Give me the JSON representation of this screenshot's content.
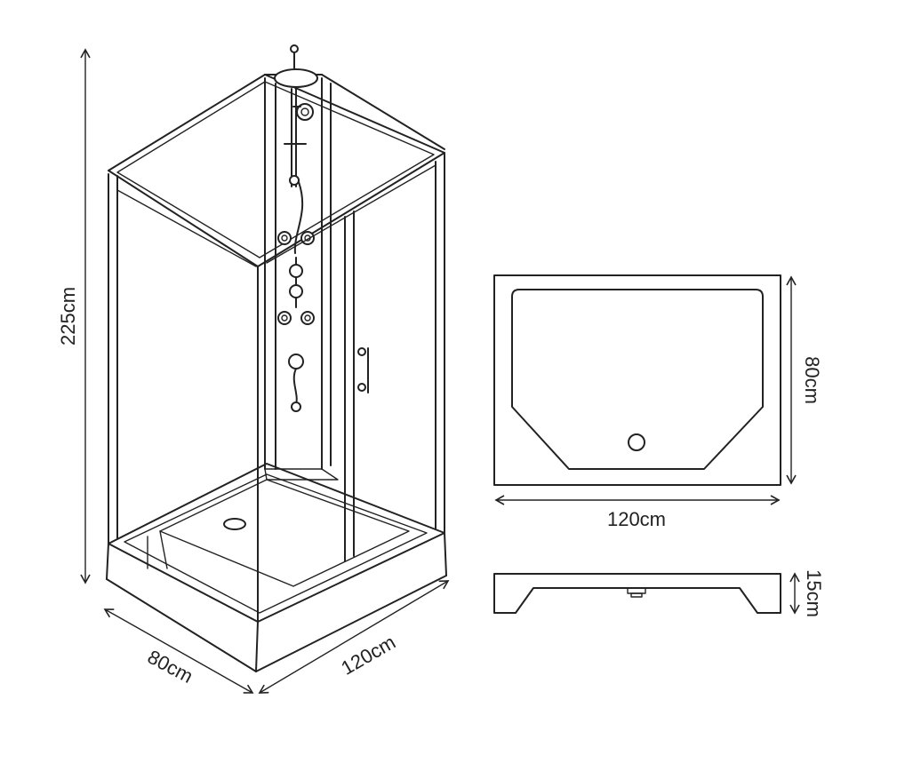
{
  "diagram": {
    "shower_cabin": {
      "height_label": "225cm",
      "depth_label": "80cm",
      "width_label": "120cm"
    },
    "tray_top_view": {
      "depth_label": "80cm",
      "width_label": "120cm"
    },
    "tray_side_view": {
      "height_label": "15cm"
    },
    "colors": {
      "line": "#222222",
      "background": "#ffffff"
    }
  }
}
